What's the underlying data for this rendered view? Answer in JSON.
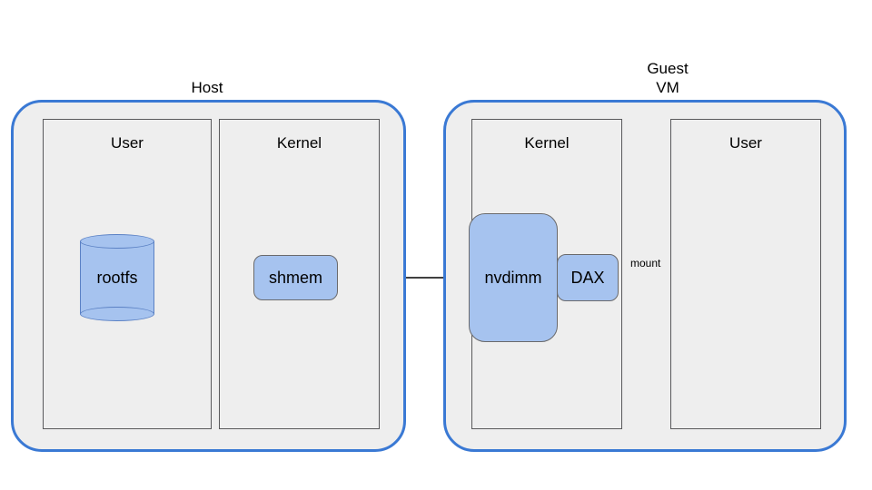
{
  "diagram": {
    "title_host": "Host",
    "title_guest": "Guest\nVM",
    "zones": [
      {
        "id": "host",
        "label": "Host",
        "panels": [
          {
            "id": "host-user",
            "label": "User"
          },
          {
            "id": "host-kernel",
            "label": "Kernel"
          }
        ]
      },
      {
        "id": "guest",
        "label": "Guest VM",
        "panels": [
          {
            "id": "guest-kernel",
            "label": "Kernel"
          },
          {
            "id": "guest-user",
            "label": "User"
          }
        ]
      }
    ],
    "nodes": [
      {
        "id": "rootfs",
        "label": "rootfs",
        "shape": "cylinder",
        "zone": "host",
        "panel": "host-user"
      },
      {
        "id": "shmem",
        "label": "shmem",
        "shape": "rounded-rect",
        "zone": "host",
        "panel": "host-kernel"
      },
      {
        "id": "nvdimm",
        "label": "nvdimm",
        "shape": "rounded-rect",
        "zone": "guest",
        "panel": "guest-kernel"
      },
      {
        "id": "dax",
        "label": "DAX",
        "shape": "rounded-rect",
        "zone": "guest",
        "panel": "guest-kernel"
      }
    ],
    "edges": [
      {
        "id": "rootfs-to-shmem",
        "from": "rootfs",
        "to": "shmem",
        "label": "",
        "arrow": "end"
      },
      {
        "id": "shmem-to-nvdimm",
        "from": "shmem",
        "to": "nvdimm",
        "label": "",
        "arrow": "end"
      },
      {
        "id": "dax-to-guest-user",
        "from": "dax",
        "to": "guest-user",
        "label": "mount",
        "arrow": "end"
      }
    ],
    "colors": {
      "zone_border": "#3a79d4",
      "zone_fill": "#eeeeee",
      "panel_border": "#59595b",
      "panel_fill": "#eeeeee",
      "node_fill": "#a6c3ef",
      "node_border": "#6a6a6c",
      "cylinder_border": "#5b81c4",
      "arrow": "#000000",
      "background": "#ffffff"
    }
  }
}
